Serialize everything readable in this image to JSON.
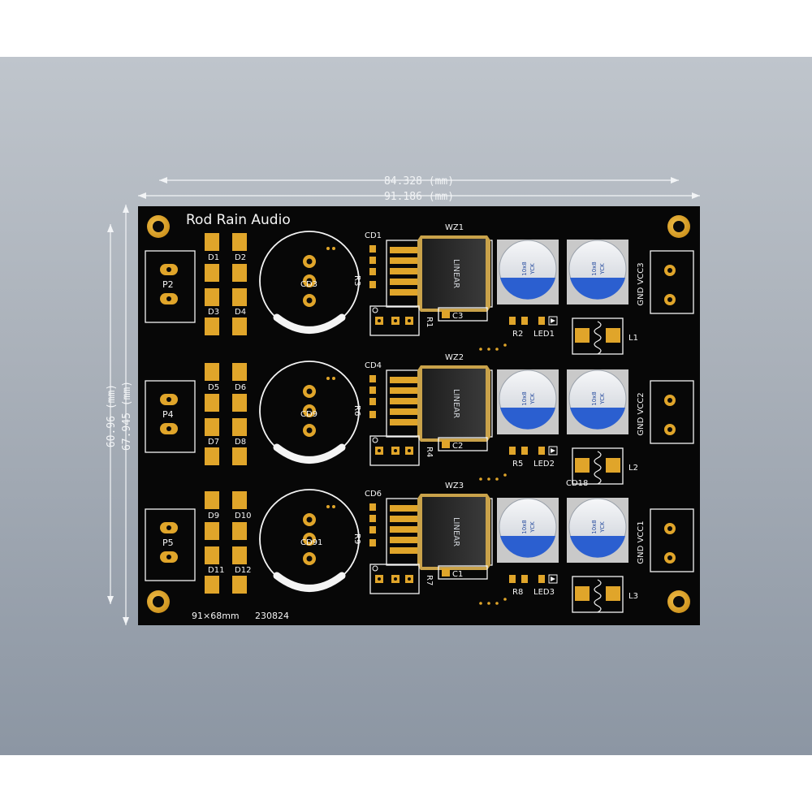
{
  "dimensions": {
    "inner_width": "84.328 (mm)",
    "outer_width": "91.186 (mm)",
    "inner_height": "60.96 (mm)",
    "outer_height": "67.945 (mm)"
  },
  "board": {
    "brand": "Rod Rain Audio",
    "size_label": "91×68mm",
    "date_code": "230824"
  },
  "rows": [
    {
      "input": "P2",
      "diodes": [
        "D1",
        "D2",
        "D3",
        "D4"
      ],
      "bulk_cap": "CD3",
      "bulk_res": "R3",
      "cap_small": "CD1",
      "regulator": "WZ1",
      "res_adj": "R1",
      "cap_adj": "C3",
      "res_led": "R2",
      "led": "LED1",
      "inductor": "L1",
      "output": "GND VCC3",
      "extra": ""
    },
    {
      "input": "P4",
      "diodes": [
        "D5",
        "D6",
        "D7",
        "D8"
      ],
      "bulk_cap": "CD9",
      "bulk_res": "R6",
      "cap_small": "CD4",
      "regulator": "WZ2",
      "res_adj": "R4",
      "cap_adj": "C2",
      "res_led": "R5",
      "led": "LED2",
      "inductor": "L2",
      "output": "GND VCC2",
      "extra": "CD18"
    },
    {
      "input": "P5",
      "diodes": [
        "D9",
        "D10",
        "D11",
        "D12"
      ],
      "bulk_cap": "CD91",
      "bulk_res": "R9",
      "cap_small": "CD6",
      "regulator": "WZ3",
      "res_adj": "R7",
      "cap_adj": "C1",
      "res_led": "R8",
      "led": "LED3",
      "inductor": "L3",
      "output": "GND VCC1",
      "extra": ""
    }
  ],
  "capacitor_label": [
    "10x8",
    "YCK"
  ],
  "regulator_logo": "LINEAR",
  "colors": {
    "background_top": "#bfc5cc",
    "board": "#070707",
    "pad_gold": "#e0a52a",
    "silkscreen": "#f4f4f4",
    "cap_blue": "#2b5fd0"
  }
}
